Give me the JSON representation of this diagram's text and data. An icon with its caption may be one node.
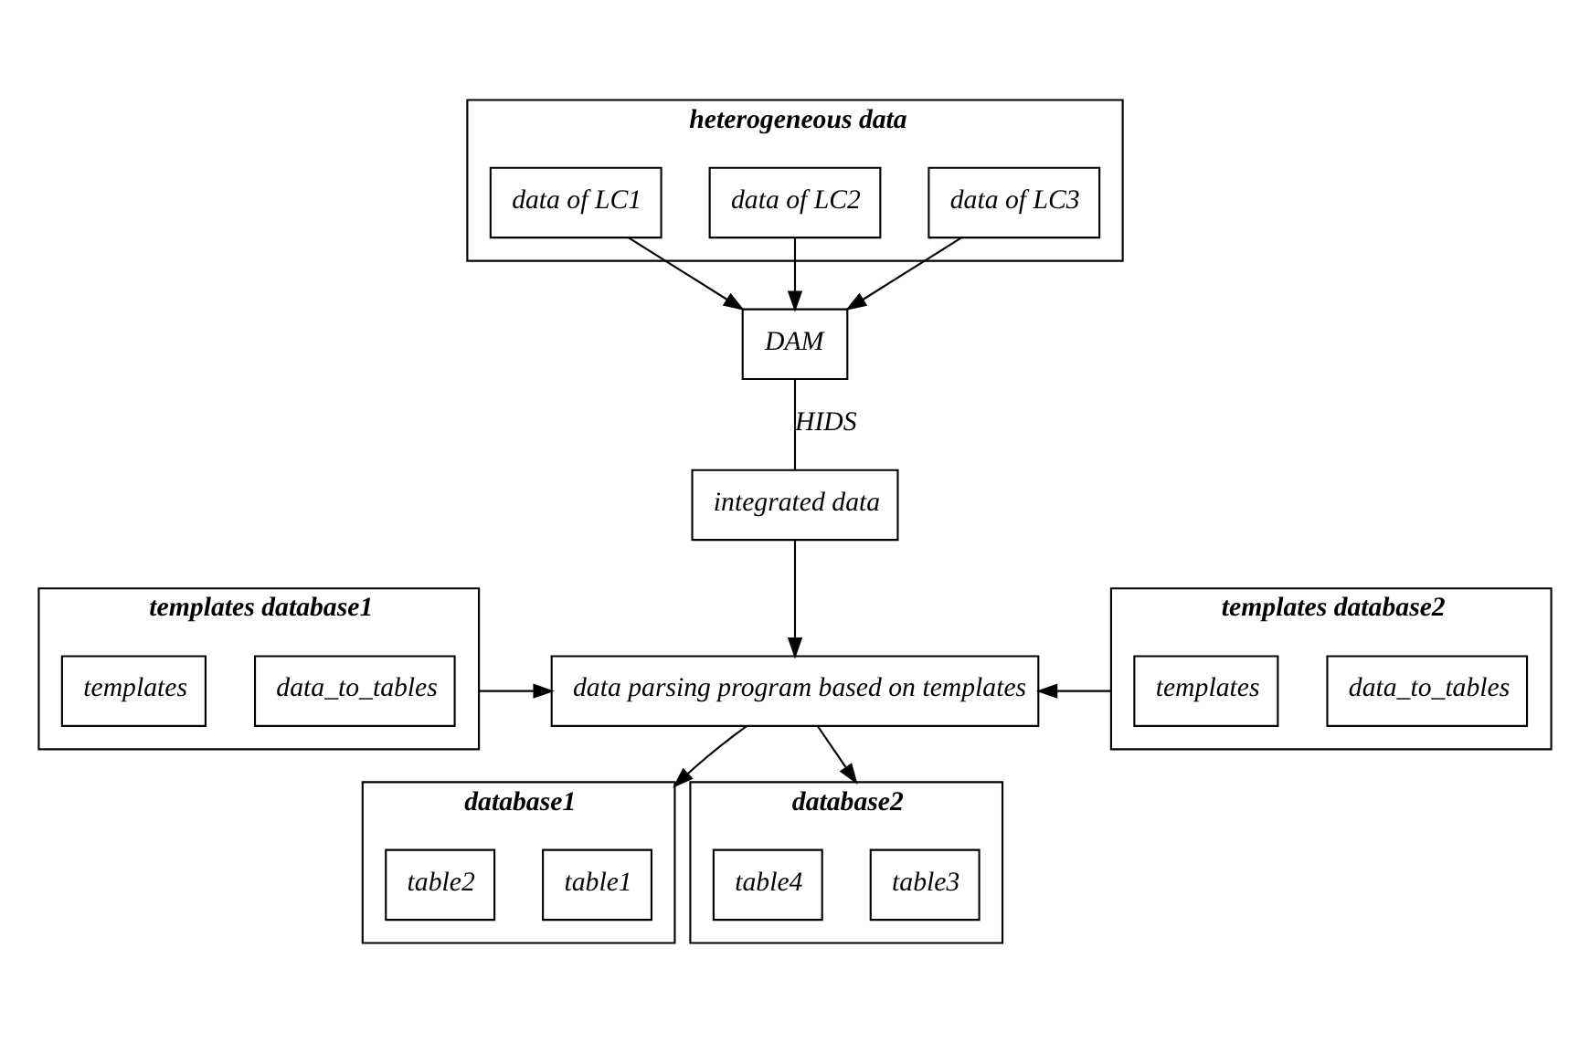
{
  "diagram": {
    "nodes": [
      {
        "text": [
          "heterogeneous data"
        ]
      },
      {
        "text": [
          "data of LC1"
        ],
        "in": 0
      },
      {
        "text": [
          "data of LC2"
        ],
        "in": 0
      },
      {
        "text": [
          "data of LC3"
        ],
        "in": 0
      },
      {
        "text": [
          "DAM"
        ]
      },
      {
        "text": [
          "integrated data"
        ]
      },
      {
        "text": [
          "templates database1"
        ]
      },
      {
        "text": [
          "templates"
        ],
        "in": 6
      },
      {
        "text": [
          "data_to_tables"
        ],
        "in": 6
      },
      {
        "text": [
          "data parsing program based on templates"
        ]
      },
      {
        "text": [
          "templates database2"
        ]
      },
      {
        "text": [
          "templates"
        ],
        "in": 10
      },
      {
        "text": [
          "data_to_tables"
        ],
        "in": 10
      },
      {
        "text": [
          "database1"
        ]
      },
      {
        "text": [
          "table1"
        ],
        "in": 13
      },
      {
        "text": [
          "table2"
        ],
        "in": 13
      },
      {
        "text": [
          "database2"
        ]
      },
      {
        "text": [
          "table3"
        ],
        "in": 16
      },
      {
        "text": [
          "table4"
        ],
        "in": 16
      }
    ],
    "edges": [
      {
        "from": 1,
        "to": 4,
        "arrow": "to"
      },
      {
        "from": 2,
        "to": 4,
        "arrow": "to"
      },
      {
        "from": 3,
        "to": 4,
        "arrow": "to"
      },
      {
        "from": 4,
        "to": 5,
        "arrow": "none",
        "label": "HIDS"
      },
      {
        "from": 5,
        "to": 9,
        "arrow": "to"
      },
      {
        "from": 6,
        "to": 9,
        "arrow": "to"
      },
      {
        "from": 10,
        "to": 9,
        "arrow": "to"
      },
      {
        "from": 9,
        "to": 13,
        "arrow": "to"
      },
      {
        "from": 9,
        "to": 16,
        "arrow": "to"
      }
    ]
  }
}
